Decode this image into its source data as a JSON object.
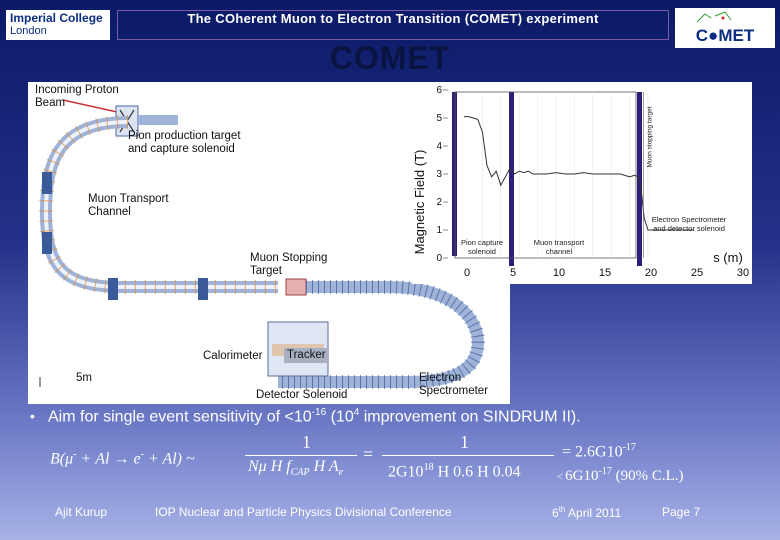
{
  "header": {
    "logo_line1": "Imperial College",
    "logo_line2": "London",
    "title": "The COherent Muon to Electron Transition (COMET) experiment",
    "big_title": "COMET",
    "right_logo_text": "C●MET"
  },
  "diagram": {
    "incoming_proton": "Incoming Proton",
    "beam": "Beam",
    "pion_target_1": "Pion production target",
    "pion_target_2": "and capture solenoid",
    "muon_transport_1": "Muon Transport",
    "muon_transport_2": "Channel",
    "muon_stopping_1": "Muon Stopping",
    "muon_stopping_2": "Target",
    "calorimeter": "Calorimeter",
    "tracker": "Tracker",
    "scale": "5m",
    "detector_solenoid": "Detector Solenoid",
    "electron_1": "Electron",
    "electron_2": "Spectrometer"
  },
  "chart_data": {
    "type": "line",
    "title": "",
    "xlabel": "s (m)",
    "ylabel": "Magnetic Field (T)",
    "xlim": [
      0,
      30
    ],
    "ylim": [
      0,
      6
    ],
    "x_ticks": [
      "0",
      "5",
      "10",
      "15",
      "20",
      "25",
      "30"
    ],
    "y_ticks": [
      "0",
      "1",
      "2",
      "3",
      "4",
      "5",
      "6"
    ],
    "annotations": {
      "pion_capture_1": "Pion capture",
      "pion_capture_2": "solenoid",
      "muon_transport_1": "Muon transport",
      "muon_transport_2": "channel",
      "electron_spec_1": "Electron Spectrometer",
      "electron_spec_2": "and detector solenoid",
      "muon_stopping": "Muon stopping target"
    },
    "series": [
      {
        "x": [
          0.0,
          0.5,
          1.0,
          1.5,
          2.0,
          2.5,
          3.0,
          3.5,
          4.0,
          4.5,
          5.0,
          5.5,
          6.0,
          6.5,
          7.0,
          7.5,
          8.0,
          9.0,
          10.0,
          11.0,
          12.0,
          13.0,
          14.0,
          15.0,
          16.0,
          17.0,
          18.0,
          18.5,
          19.0,
          19.3,
          19.6,
          20.0,
          21.0,
          22.0,
          23.0,
          24.0,
          25.0
        ],
        "values": [
          5.05,
          5.05,
          5.0,
          4.95,
          4.5,
          3.3,
          2.9,
          3.1,
          2.6,
          2.9,
          3.2,
          3.0,
          3.1,
          3.05,
          3.1,
          3.0,
          3.0,
          3.0,
          3.05,
          3.0,
          3.0,
          3.05,
          3.0,
          3.0,
          3.0,
          3.0,
          2.9,
          2.95,
          2.9,
          2.3,
          1.4,
          1.0,
          1.0,
          1.0,
          1.0,
          1.0,
          1.0
        ]
      }
    ],
    "stopping_target_x": 19.5
  },
  "bullet": {
    "text_a": "Aim for single event sensitivity of <10",
    "exp_a": "-16",
    "text_b": " (10",
    "exp_b": "4",
    "text_c": " improvement on SINDRUM II)."
  },
  "equation": {
    "lhs_a": "B(μ",
    "lhs_minus": "-",
    "lhs_b": " + Al → e",
    "lhs_c": " + Al) ~",
    "num1": "1",
    "den1": "Nμ H f",
    "den1_sub_cap": "CAP",
    "den1_mid": " H A",
    "den1_sub_e": "e",
    "equals": "=",
    "num2": "1",
    "den2_a": "2G10",
    "den2_exp": "18",
    "den2_b": " H 0.6 H 0.04",
    "result_a": "= 2.6G10",
    "result_exp": "-17",
    "limit_pre": "< ",
    "limit_a": "6G10",
    "limit_exp": "-17",
    "limit_b": " (90% C.L.)"
  },
  "footer": {
    "author": "Ajit Kurup",
    "conference": "IOP Nuclear and Particle Physics Divisional Conference",
    "date_a": "6",
    "date_sup": "th",
    "date_b": " April 2011",
    "page": "Page 7"
  },
  "colors": {
    "background_top": "#0b1a66",
    "title_border": "#7a5aa0",
    "highlight_bar": "#2a1f7a",
    "field_curve": "#333333"
  }
}
